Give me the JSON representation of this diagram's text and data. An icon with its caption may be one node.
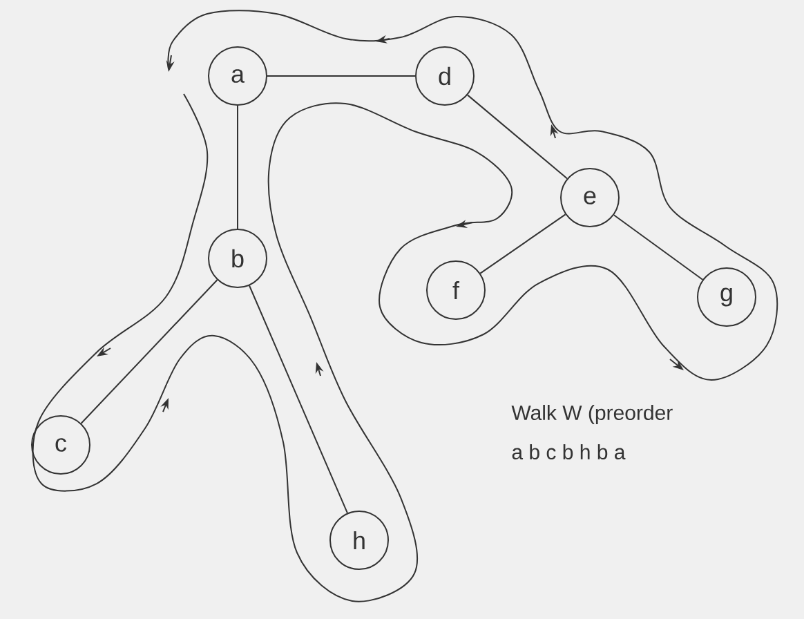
{
  "diagram": {
    "nodes": [
      {
        "text": [
          "a"
        ]
      },
      {
        "text": [
          "d"
        ]
      },
      {
        "text": [
          "b"
        ]
      },
      {
        "text": [
          "e"
        ]
      },
      {
        "text": [
          "f"
        ]
      },
      {
        "text": [
          "g"
        ]
      },
      {
        "text": [
          "c"
        ]
      },
      {
        "text": [
          "h"
        ]
      }
    ],
    "edges": [
      {
        "from": 0,
        "to": 1,
        "arrow": "none"
      },
      {
        "from": 0,
        "to": 2,
        "arrow": "none"
      },
      {
        "from": 1,
        "to": 3,
        "arrow": "none"
      },
      {
        "from": 3,
        "to": 4,
        "arrow": "none"
      },
      {
        "from": 3,
        "to": 5,
        "arrow": "none"
      },
      {
        "from": 2,
        "to": 6,
        "arrow": "none"
      },
      {
        "from": 2,
        "to": 7,
        "arrow": "none"
      }
    ],
    "labels": [
      "Walk W (preorder",
      "a b c b h b a"
    ]
  }
}
